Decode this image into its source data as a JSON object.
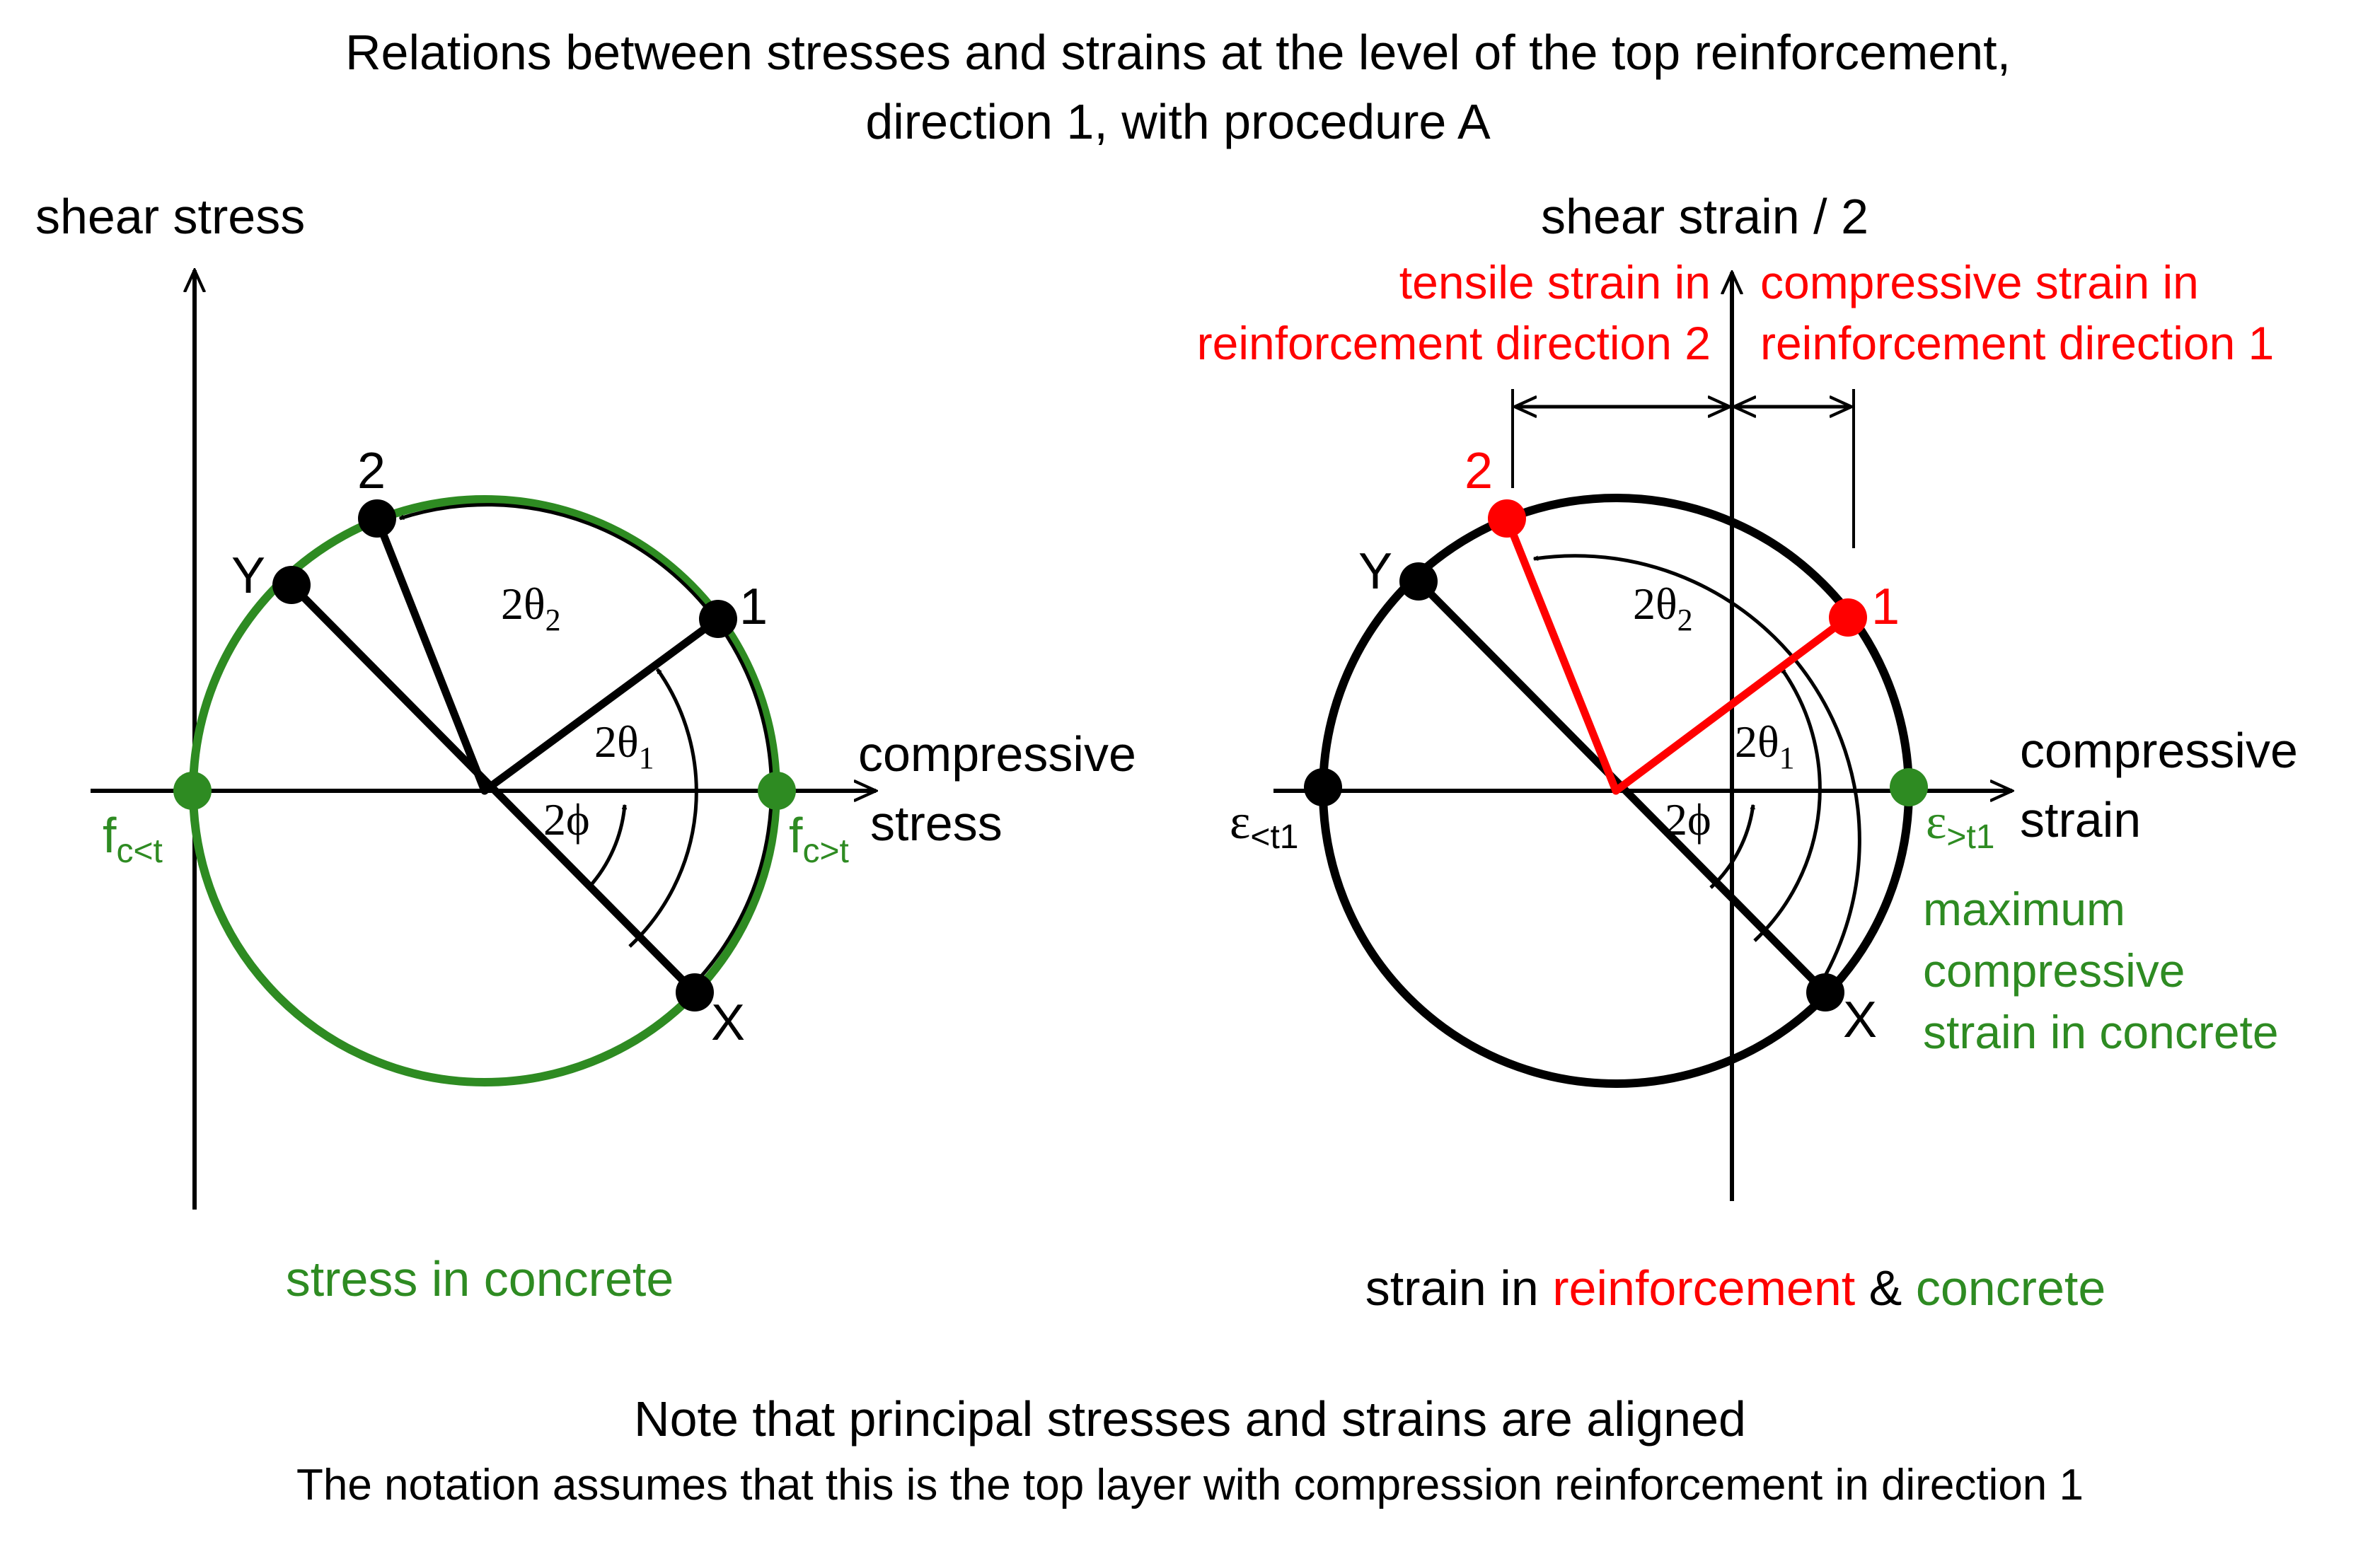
{
  "title": {
    "line1": "Relations between stresses and strains at the level of the top reinforcement,",
    "line2": "direction 1, with procedure A"
  },
  "colors": {
    "concrete": "#2e8b22",
    "reinforcement": "#ff0000",
    "default": "#000000"
  },
  "left_diagram": {
    "y_axis_label": "shear stress",
    "x_axis_label_1": "compressive",
    "x_axis_label_2": "stress",
    "point_1": "1",
    "point_2": "2",
    "point_x": "X",
    "point_y": "Y",
    "angle_2theta": "2θ",
    "angle_sub_2": "2",
    "angle_sub_1": "1",
    "angle_2phi": "2ϕ",
    "fc_left": "f",
    "fc_left_sub": "c<t",
    "fc_right": "f",
    "fc_right_sub": "c>t",
    "caption": "stress in concrete"
  },
  "right_diagram": {
    "y_axis_label": "shear strain / 2",
    "x_axis_label_1": "compressive",
    "x_axis_label_2": "strain",
    "tensile_note_1": "tensile strain in",
    "tensile_note_2": "reinforcement direction 2",
    "compressive_note_1": "compressive strain in",
    "compressive_note_2": "reinforcement direction 1",
    "point_1": "1",
    "point_2": "2",
    "point_x": "X",
    "point_y": "Y",
    "angle_2theta": "2θ",
    "angle_sub_2": "2",
    "angle_sub_1": "1",
    "angle_2phi": "2ϕ",
    "eps_left": "ε",
    "eps_left_sub": "<t1",
    "eps_right": "ε",
    "eps_right_sub": ">t1",
    "max_comp_1": "maximum",
    "max_comp_2": "compressive",
    "max_comp_3": "strain in concrete",
    "caption_part1": "strain in ",
    "caption_part2": "reinforcement",
    "caption_part3": " & ",
    "caption_part4": "concrete"
  },
  "note": {
    "line1": "Note that principal stresses and strains are aligned",
    "line2": "The notation assumes that this is the top layer with compression reinforcement in direction 1"
  }
}
